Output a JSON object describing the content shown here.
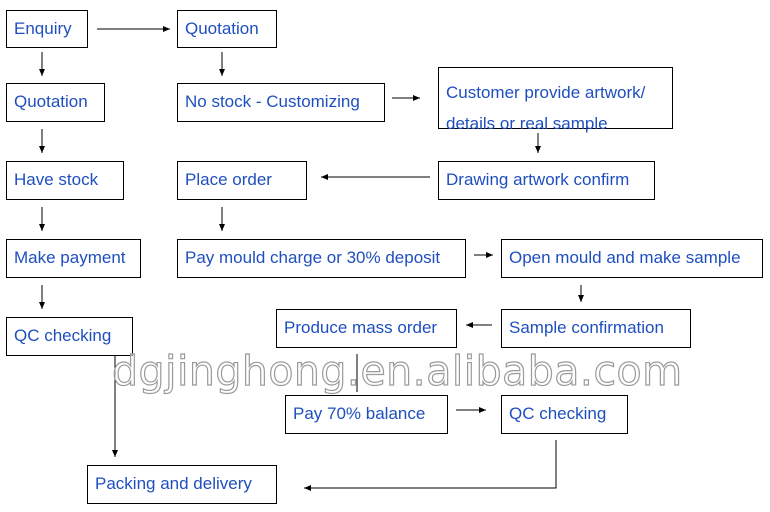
{
  "colors": {
    "text": "#1f4fbf",
    "border": "#000000",
    "line": "#000000"
  },
  "steps": {
    "enquiry": "Enquiry",
    "quotation_top": "Quotation",
    "quotation_left": "Quotation",
    "no_stock_customizing": "No stock - Customizing",
    "customer_provide": "Customer provide artwork/ details or real sample",
    "have_stock": "Have stock",
    "place_order": "Place order",
    "drawing_artwork_confirm": "Drawing artwork confirm",
    "make_payment": "Make payment",
    "pay_mould_charge": "Pay mould charge or 30% deposit",
    "open_mould": "Open mould and make sample",
    "qc_checking_left": "QC checking",
    "produce_mass_order": "Produce mass order",
    "sample_confirmation": "Sample confirmation",
    "pay_balance": "Pay 70% balance",
    "qc_checking_right": "QC checking",
    "packing_delivery": "Packing and delivery"
  },
  "watermark": "dgjinghong.en.alibaba.com"
}
